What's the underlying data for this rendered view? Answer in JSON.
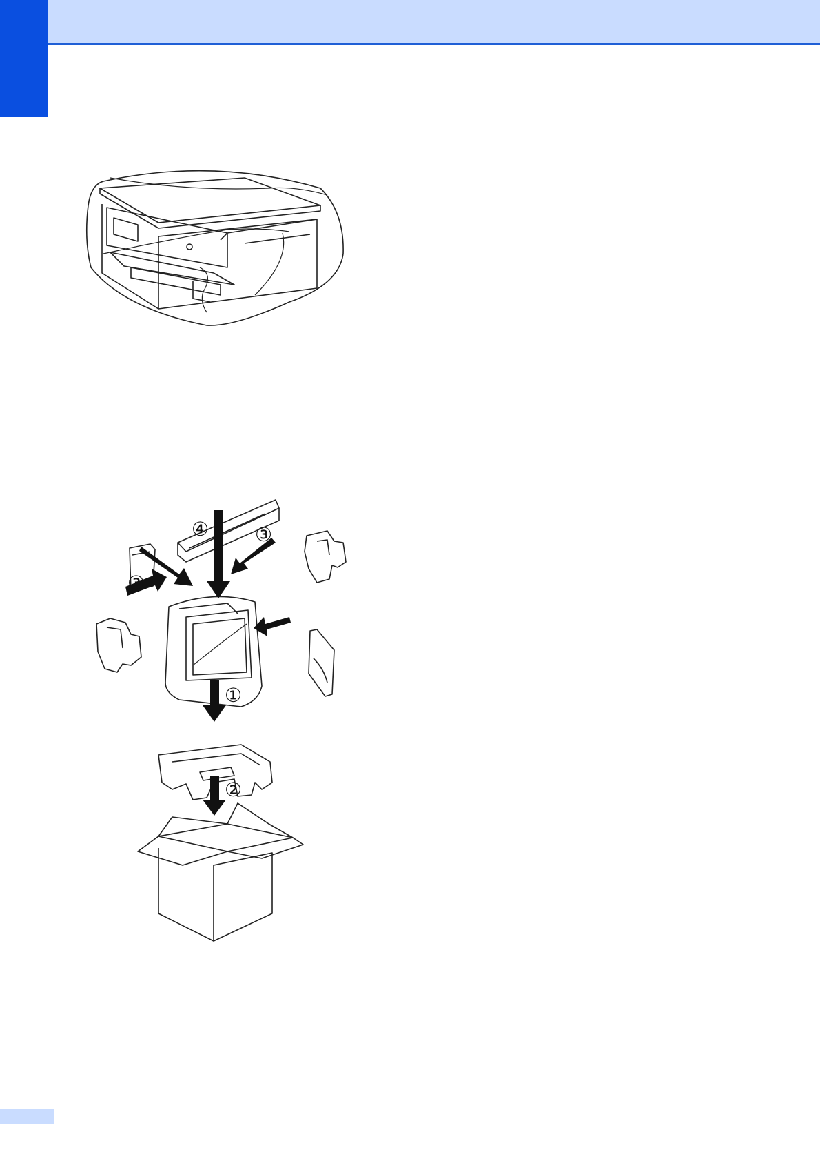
{
  "page": {
    "colors": {
      "header_band": "#c9dcff",
      "header_rule": "#1f5fd6",
      "side_tab": "#0a4fe0",
      "footer_tab": "#c9dcff"
    }
  },
  "figure_printer_bag": {
    "icon": "printer-in-plastic-bag-illustration"
  },
  "figure_packing": {
    "icon": "printer-repacking-illustration",
    "step_labels": {
      "one": "①",
      "two": "②",
      "three_left": "③",
      "three_right": "③",
      "four": "④"
    }
  }
}
